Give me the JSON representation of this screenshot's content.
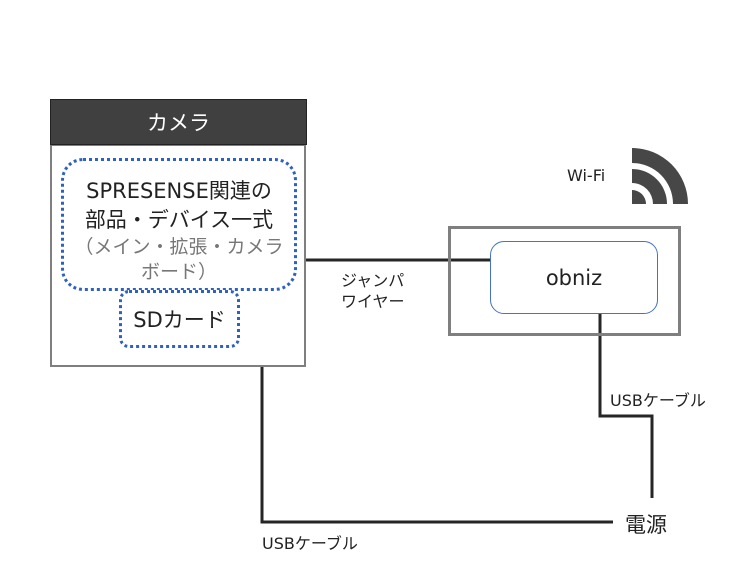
{
  "camera": {
    "title": "カメラ",
    "spresense_lines": [
      "SPRESENSE関連の",
      "部品・デバイス一式",
      "（メイン・拡張・カメラ",
      "ボード）"
    ],
    "sd_card": "SDカード"
  },
  "obniz": {
    "label": "obniz"
  },
  "wifi": {
    "label": "Wi-Fi",
    "icon": "wifi-icon"
  },
  "connections": {
    "jumper_line1": "ジャンパ",
    "jumper_line2": "ワイヤー",
    "usb_obniz": "USBケーブル",
    "usb_camera": "USBケーブル"
  },
  "power": {
    "label": "電源"
  },
  "colors": {
    "header_bg": "#404040",
    "box_border": "#7f7f7f",
    "dotted_border": "#2f62c0",
    "obniz_border": "#4472c4",
    "wire": "#262626",
    "wifi_icon": "#474747"
  }
}
